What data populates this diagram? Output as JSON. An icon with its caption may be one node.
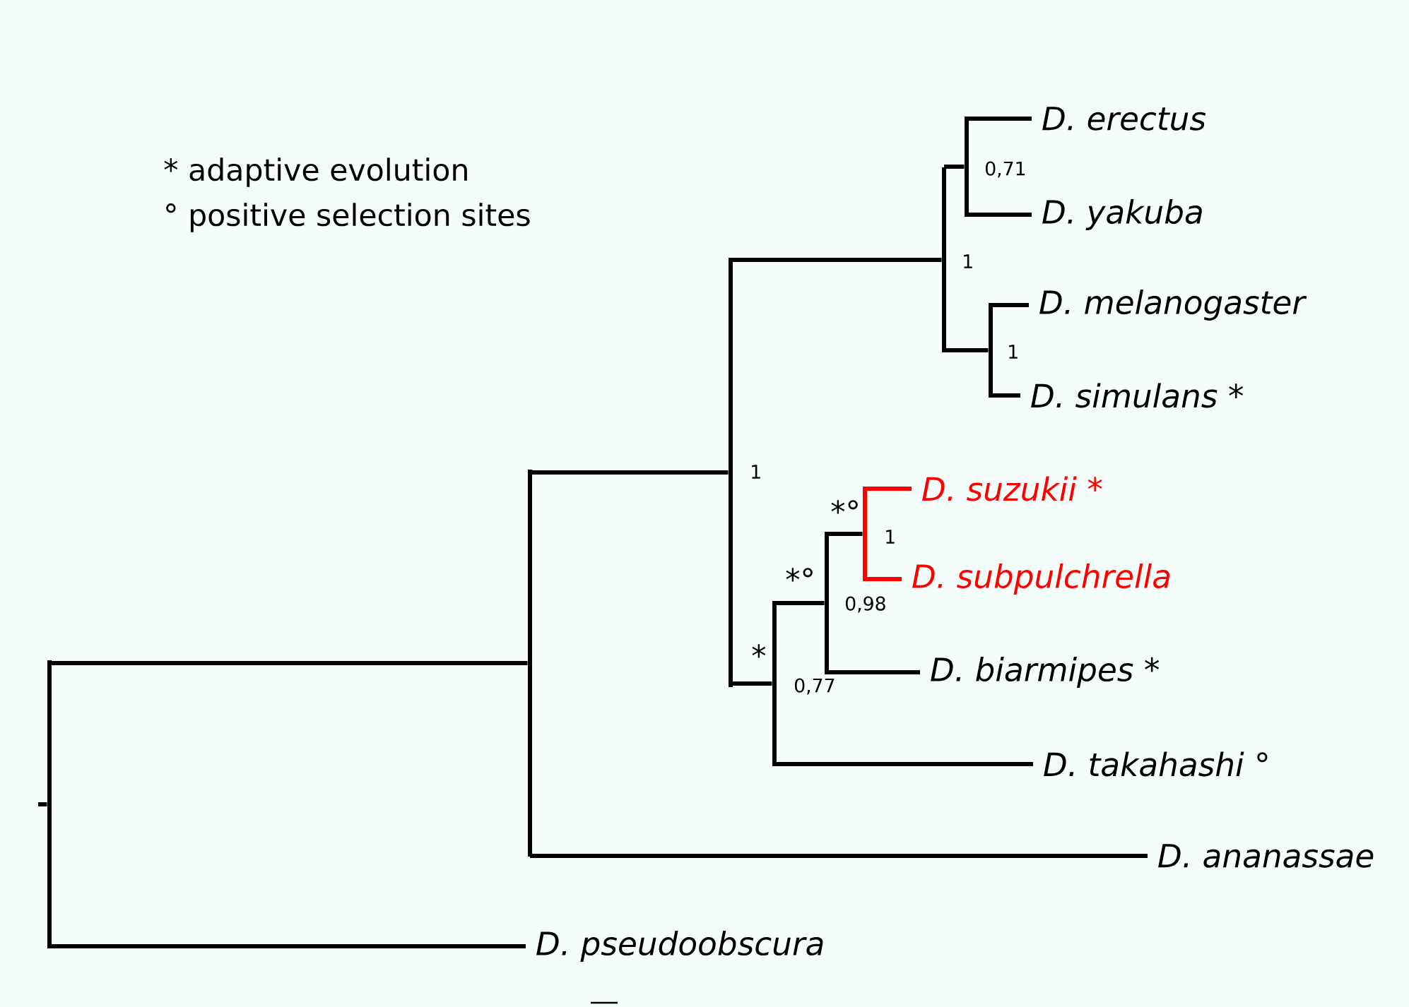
{
  "diagram": {
    "nodes": [
      {
        "text": [
          "D. erectus"
        ]
      },
      {
        "text": [
          "D. yakuba"
        ]
      },
      {
        "text": [
          "D. melanogaster"
        ]
      },
      {
        "text": [
          "D. simulans *"
        ]
      },
      {
        "text": [
          "D. suzukii *"
        ]
      },
      {
        "text": [
          "D. subpulchrella"
        ]
      },
      {
        "text": [
          "D. biarmipes *"
        ]
      },
      {
        "text": [
          "D. takahashi °"
        ]
      },
      {
        "text": [
          "D. ananassae"
        ]
      },
      {
        "text": [
          "D. pseudoobscura"
        ]
      },
      {
        "text": [],
        "shape": "bar"
      },
      {
        "text": [],
        "shape": "bar"
      },
      {
        "text": [],
        "shape": "bar",
        "beside": [
          "1"
        ]
      },
      {
        "text": [],
        "shape": "bar",
        "beside": [
          "*"
        ]
      },
      {
        "text": [],
        "shape": "bar",
        "beside": [
          "*°",
          "0,98"
        ]
      },
      {
        "text": [],
        "shape": "bar",
        "beside": [
          "*°",
          "1"
        ]
      },
      {
        "text": [],
        "shape": "bar",
        "beside": [
          "1"
        ]
      },
      {
        "text": [],
        "shape": "bar",
        "beside": [
          "0,71"
        ]
      },
      {
        "text": [],
        "shape": "bar",
        "beside": [
          "1"
        ]
      }
    ],
    "edges": [
      {
        "from": 17,
        "to": 0,
        "arrow": "none"
      },
      {
        "from": 17,
        "to": 1,
        "arrow": "none"
      },
      {
        "from": 18,
        "to": 2,
        "arrow": "none"
      },
      {
        "from": 18,
        "to": 3,
        "arrow": "none"
      },
      {
        "from": 16,
        "to": 17,
        "arrow": "none"
      },
      {
        "from": 16,
        "to": 18,
        "arrow": "none"
      },
      {
        "from": 15,
        "to": 4,
        "arrow": "none",
        "color": "#ff0000"
      },
      {
        "from": 15,
        "to": 5,
        "arrow": "none",
        "color": "#ff0000"
      },
      {
        "from": 14,
        "to": 15,
        "arrow": "none"
      },
      {
        "from": 14,
        "to": 6,
        "arrow": "none"
      },
      {
        "from": 13,
        "to": 14,
        "arrow": "none"
      },
      {
        "from": 13,
        "to": 7,
        "arrow": "none"
      },
      {
        "from": 12,
        "to": 16,
        "arrow": "none"
      },
      {
        "from": 12,
        "to": 13,
        "arrow": "none"
      },
      {
        "from": 11,
        "to": 12,
        "arrow": "none"
      },
      {
        "from": 11,
        "to": 8,
        "arrow": "none"
      },
      {
        "from": 10,
        "to": 11,
        "arrow": "none"
      },
      {
        "from": 10,
        "to": 9,
        "arrow": "none"
      },
      {
        "from": null,
        "to": 10,
        "arrow": "none"
      }
    ],
    "labels": [
      "* adaptive evolution",
      "° positive selection sites",
      "0,77"
    ]
  }
}
